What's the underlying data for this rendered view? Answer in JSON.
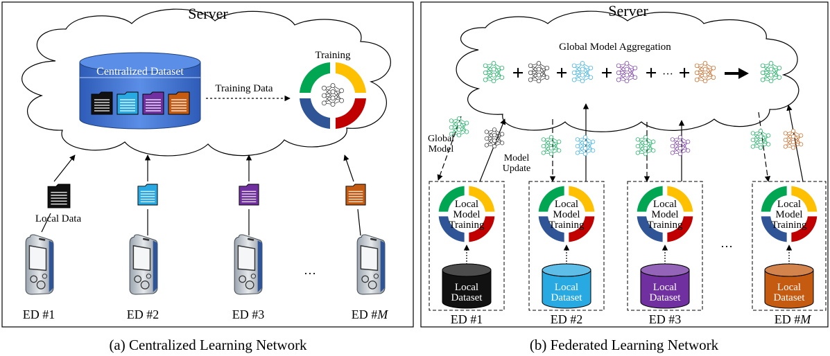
{
  "left": {
    "server_title": "Server",
    "dataset_label": "Centralized Dataset",
    "training_data_label": "Training Data",
    "training_label": "Training",
    "local_data_label": "Local Data",
    "ellipsis": "…",
    "devices": [
      "ED #1",
      "ED #2",
      "ED #3"
    ],
    "device_last": {
      "prefix": "ED #",
      "var": "M"
    },
    "caption": "(a) Centralized Learning Network"
  },
  "right": {
    "server_title": "Server",
    "aggregation_label": "Global Model Aggregation",
    "agg_ellipsis": "···",
    "global_model_label": [
      "Global",
      "Model"
    ],
    "model_update_label": [
      "Model",
      "Update"
    ],
    "local_training_label": [
      "Local",
      "Model",
      "Training"
    ],
    "local_dataset_label": [
      "Local",
      "Dataset"
    ],
    "ellipsis": "…",
    "devices": [
      "ED #1",
      "ED #2",
      "ED #3"
    ],
    "device_last": {
      "prefix": "ED #",
      "var": "M"
    },
    "caption": "(b) Federated Learning Network"
  },
  "colors": {
    "black": "#111111",
    "cyan": "#29a9e1",
    "purple": "#7030a0",
    "orange": "#c55a11",
    "green": "#00a651",
    "yellow": "#ffc000",
    "red": "#c00000",
    "blue": "#2f5597",
    "dataset_blue": "#4472c4"
  }
}
